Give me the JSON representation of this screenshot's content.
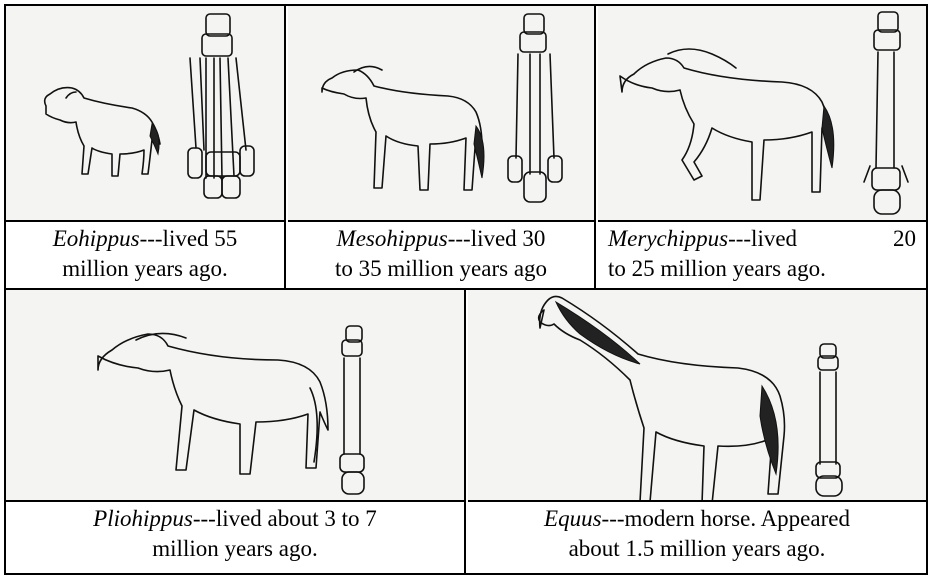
{
  "figure": {
    "panels": [
      {
        "genus": "Eohippus",
        "text_line1": "---lived 55",
        "text_line2": "million years ago."
      },
      {
        "genus": "Mesohippus",
        "text_line1": "---lived 30",
        "text_line2": "to 35 million years ago"
      },
      {
        "genus": "Merychippus",
        "text_line1a": "---lived",
        "text_line1b": "20",
        "text_line2": "to 25 million years ago."
      },
      {
        "genus": "Pliohippus",
        "text_line1": "---lived about 3 to 7",
        "text_line2": "million years ago."
      },
      {
        "genus": "Equus",
        "text_line1": "---modern horse. Appeared",
        "text_line2": "about 1.5 million years ago."
      }
    ],
    "icons": [
      "horse-drawing",
      "foot-bone-drawing"
    ]
  }
}
